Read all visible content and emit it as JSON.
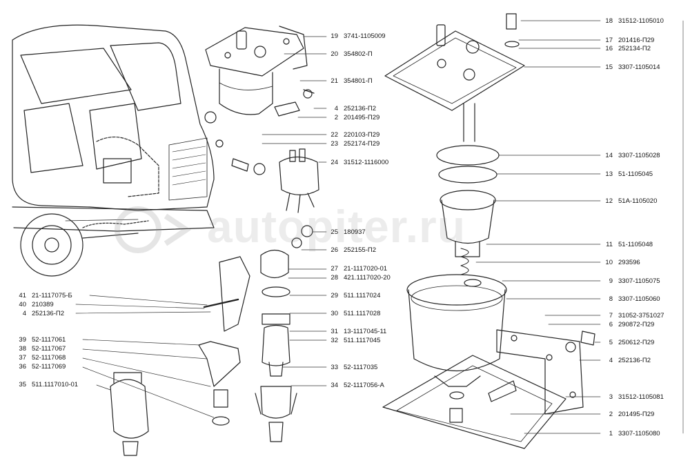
{
  "watermark": "autopiter.ru",
  "callouts": [
    {
      "num": "19",
      "code": "3741-1105009"
    },
    {
      "num": "20",
      "code": "354802-П"
    },
    {
      "num": "21",
      "code": "354801-П"
    },
    {
      "num": "4",
      "code": "252136-П2"
    },
    {
      "num": "2",
      "code": "201495-П29"
    },
    {
      "num": "22",
      "code": "220103-П29"
    },
    {
      "num": "23",
      "code": "252174-П29"
    },
    {
      "num": "24",
      "code": "31512-1116000"
    },
    {
      "num": "25",
      "code": "180937"
    },
    {
      "num": "26",
      "code": "252155-П2"
    },
    {
      "num": "27",
      "code": "21-1117020-01"
    },
    {
      "num": "28",
      "code": "421.1117020-20"
    },
    {
      "num": "29",
      "code": "511.1117024"
    },
    {
      "num": "30",
      "code": "511.1117028"
    },
    {
      "num": "31",
      "code": "13-1117045-11"
    },
    {
      "num": "32",
      "code": "511.1117045"
    },
    {
      "num": "33",
      "code": "52-1117035"
    },
    {
      "num": "34",
      "code": "52-1117056-А"
    },
    {
      "num": "41",
      "code": "21-1117075-Б"
    },
    {
      "num": "40",
      "code": "210389"
    },
    {
      "num": "4",
      "code": "252136-П2"
    },
    {
      "num": "39",
      "code": "52-1117061"
    },
    {
      "num": "38",
      "code": "52-1117067"
    },
    {
      "num": "37",
      "code": "52-1117068"
    },
    {
      "num": "36",
      "code": "52-1117069"
    },
    {
      "num": "35",
      "code": "511.1117010-01"
    },
    {
      "num": "18",
      "code": "31512-1105010"
    },
    {
      "num": "17",
      "code": "201416-П29"
    },
    {
      "num": "16",
      "code": "252134-П2"
    },
    {
      "num": "15",
      "code": "3307-1105014"
    },
    {
      "num": "14",
      "code": "3307-1105028"
    },
    {
      "num": "13",
      "code": "51-1105045"
    },
    {
      "num": "12",
      "code": "51А-1105020"
    },
    {
      "num": "11",
      "code": "51-1105048"
    },
    {
      "num": "10",
      "code": "293596"
    },
    {
      "num": "9",
      "code": "3307-1105075"
    },
    {
      "num": "8",
      "code": "3307-1105060"
    },
    {
      "num": "7",
      "code": "31052-3751027"
    },
    {
      "num": "6",
      "code": "290872-П29"
    },
    {
      "num": "5",
      "code": "250612-П29"
    },
    {
      "num": "4",
      "code": "252136-П2"
    },
    {
      "num": "3",
      "code": "31512-1105081"
    },
    {
      "num": "2",
      "code": "201495-П29"
    },
    {
      "num": "1",
      "code": "3307-1105080"
    }
  ]
}
